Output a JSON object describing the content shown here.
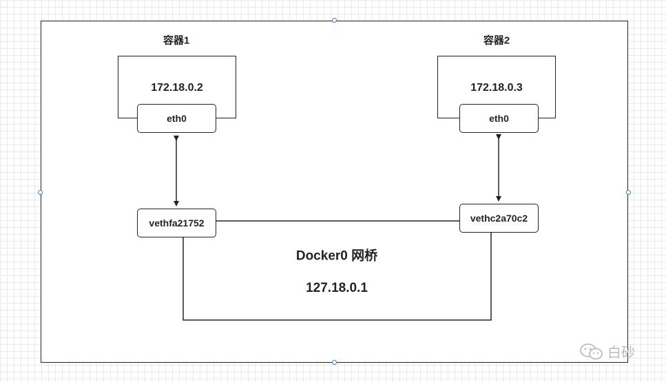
{
  "diagram": {
    "container1": {
      "title": "容器1",
      "ip": "172.18.0.2",
      "interface": "eth0",
      "veth": "vethfa21752"
    },
    "container2": {
      "title": "容器2",
      "ip": "172.18.0.3",
      "interface": "eth0",
      "veth": "vethc2a70c2"
    },
    "bridge": {
      "name": "Docker0 网桥",
      "ip": "127.18.0.1"
    }
  },
  "watermark": {
    "text": "白砂",
    "icon": "wechat-icon"
  },
  "colors": {
    "stroke": "#222222",
    "handle": "#3a7bd5",
    "grid": "#e9e9e9",
    "watermark": "#bbbbbb"
  }
}
